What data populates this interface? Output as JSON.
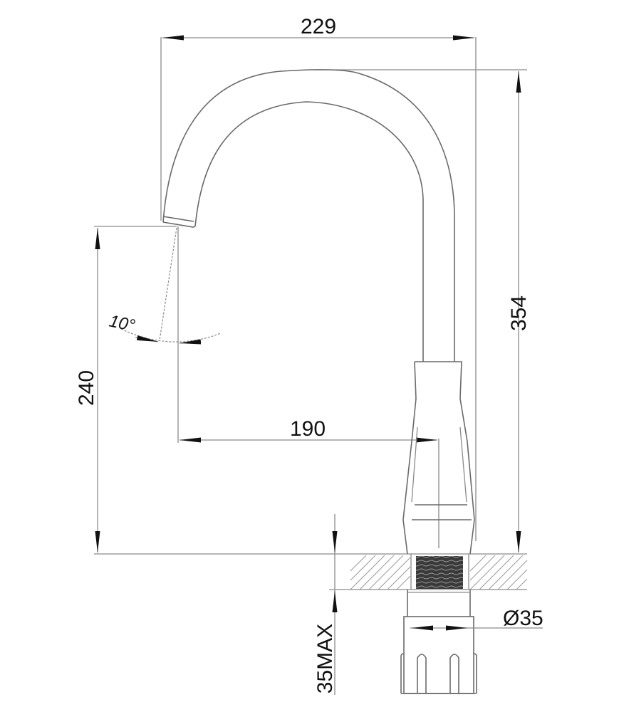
{
  "drawing": {
    "subject": "kitchen faucet technical dimension drawing",
    "dimensions": {
      "overall_width": "229",
      "overall_height": "354",
      "spout_height": "240",
      "spout_reach": "190",
      "swivel_angle": "10°",
      "mounting_hole_diameter": "Ø35",
      "max_countertop_thickness": "35MAX"
    },
    "colors": {
      "line": "#6a6a6a",
      "dimension_line": "#8a8a8a",
      "text": "#111111",
      "thread_fill": "#333333"
    }
  }
}
